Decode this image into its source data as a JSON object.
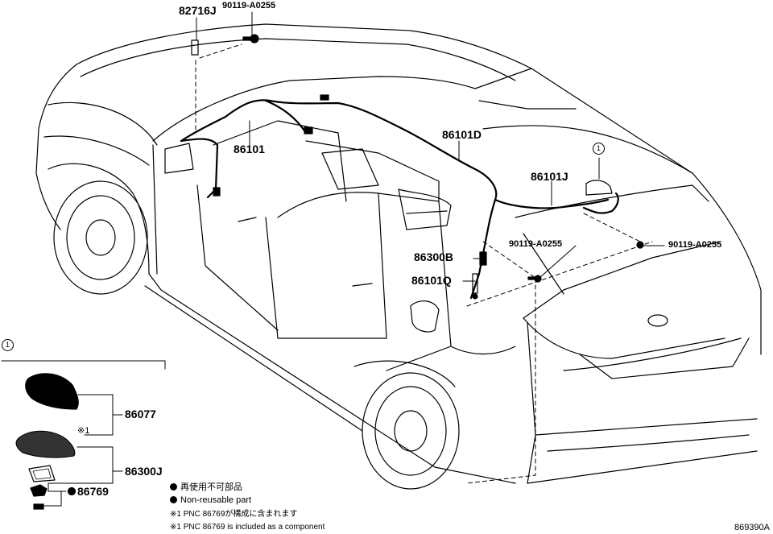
{
  "callouts": {
    "p82716J": "82716J",
    "bolt_top": "90119-A0255",
    "p86101": "86101",
    "p86101D": "86101D",
    "p86101J": "86101J",
    "bolt_mid": "90119-A0255",
    "bolt_right": "90119-A0255",
    "p86300B": "86300B",
    "p86101Q": "86101Q",
    "p86077": "86077",
    "p86300J": "86300J",
    "p86769": "86769"
  },
  "markers": {
    "circle_i": "1",
    "detail_i": "1",
    "note_ref": "※1"
  },
  "legend": {
    "ja": "再使用不可部品",
    "en": "Non-reusable part",
    "note_ja": "※1 PNC 86769が構成に含まれます",
    "note_en": "※1 PNC 86769 is included as a component"
  },
  "drawing_code": "869390A",
  "colors": {
    "line": "#000000",
    "background": "#ffffff"
  }
}
